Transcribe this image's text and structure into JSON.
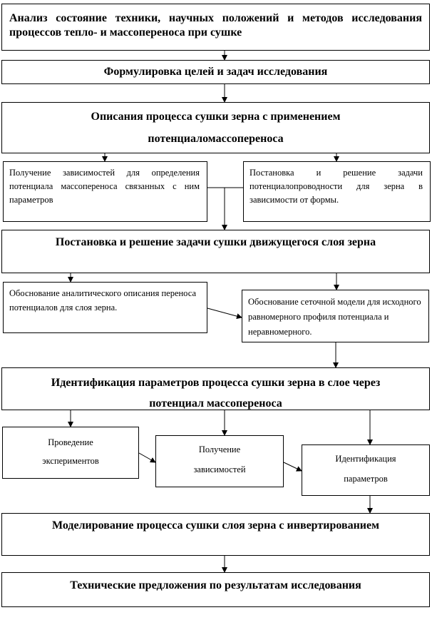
{
  "boxes": {
    "analysis": "Анализ состояние техники, научных положений и методов исследования процессов тепло- и массопереноса при сушке",
    "goals": "Формулировка целей и задач  исследования",
    "description_line1": "Описания процесса сушки зерна с применением",
    "description_line2": "потенциаломассопереноса",
    "dependencies": "Получение зависимостей для определения потенциала массопереноса связанных с ним параметров",
    "conductivity": "Постановка и решение задачи потенциалопроводности для зерна в зависимости от формы.",
    "moving_layer": "Постановка и решение задачи сушки движущегося слоя зерна",
    "analytical": "Обоснование аналитического описания переноса потенциалов для слоя зерна.",
    "grid_model": "Обоснование сеточной модели для исходного равномерного профиля потенциала и неравномерного.",
    "identification_line1": "Идентификация параметров процесса сушки зерна в слое через",
    "identification_line2": "потенциал массопереноса",
    "experiments_line1": "Проведение",
    "experiments_line2": "экспериментов",
    "get_deps_line1": "Получение",
    "get_deps_line2": "зависимостей",
    "ident_params_line1": "Идентификация",
    "ident_params_line2": "параметров",
    "modeling": "Моделирование процесса сушки слоя зерна с инвертированием",
    "proposals": "Технические предложения по результатам исследования"
  }
}
